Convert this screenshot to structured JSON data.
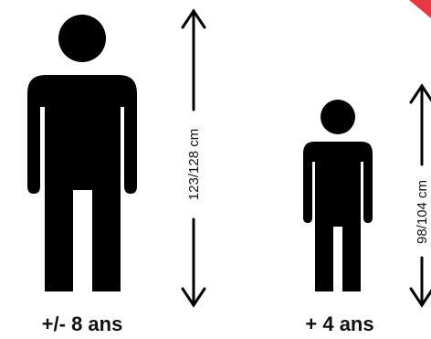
{
  "figures": [
    {
      "age_label": "+/- 8 ans",
      "height_label": "123/128 cm"
    },
    {
      "age_label": "+ 4 ans",
      "height_label": "98/104 cm"
    }
  ],
  "colors": {
    "figure": "#000000",
    "corner_accent": "#e63946",
    "background": "#ffffff"
  },
  "icons": {
    "person": "person-icon",
    "arrow_up": "arrow-up-icon",
    "arrow_down": "arrow-down-icon"
  }
}
